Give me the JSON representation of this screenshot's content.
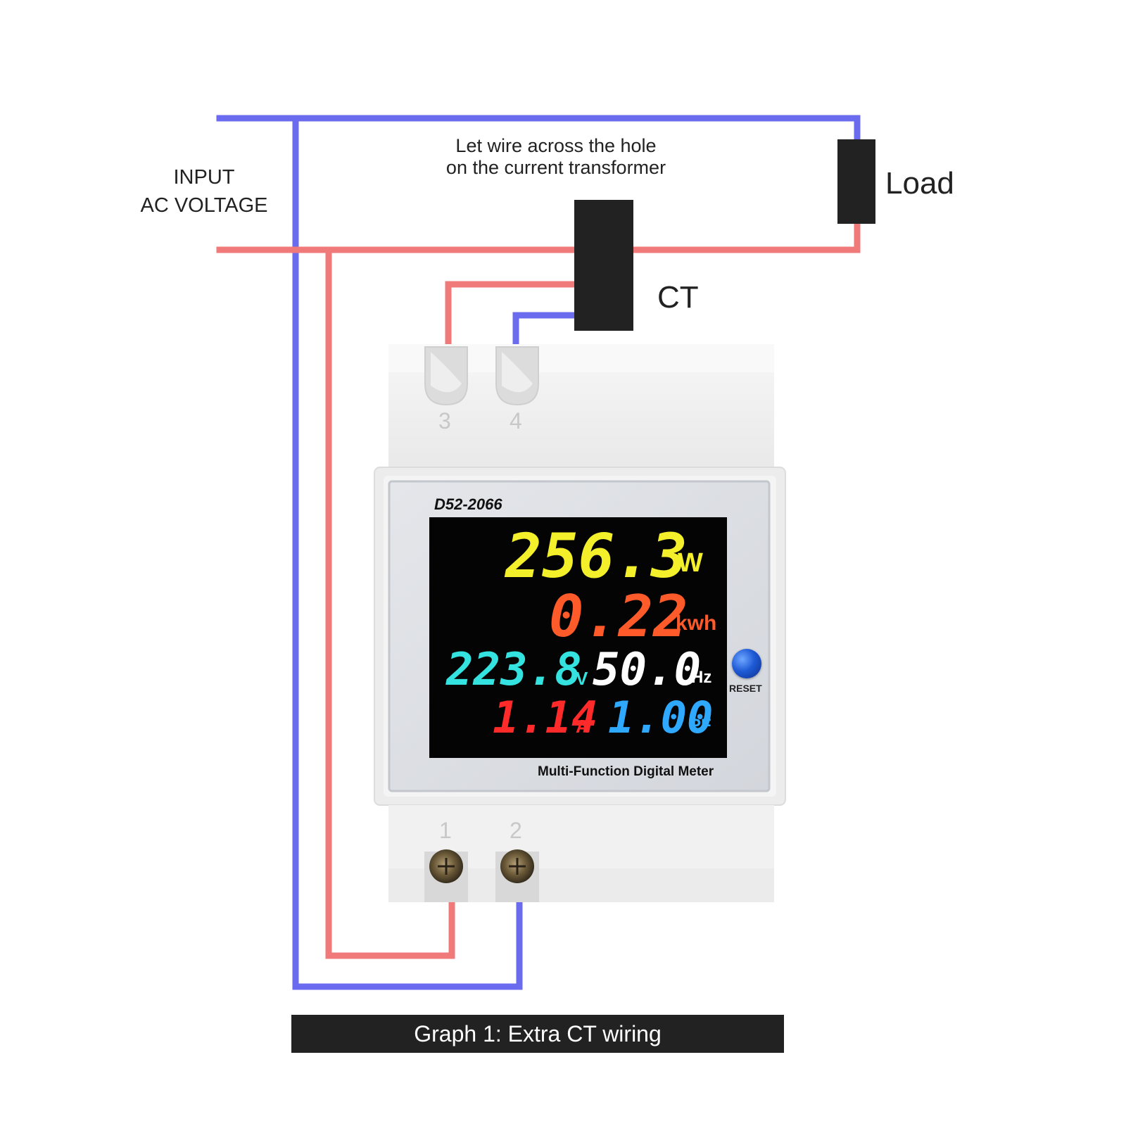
{
  "labels": {
    "input_line1": "INPUT",
    "input_line2": "AC VOLTAGE",
    "hint_line1": "Let wire across the hole",
    "hint_line2": "on the current transformer",
    "load": "Load",
    "ct": "CT"
  },
  "meter": {
    "model": "D52-2066",
    "title": "Multi-Function Digital Meter",
    "reset": "RESET",
    "terminals": {
      "t1": "1",
      "t2": "2",
      "t3": "3",
      "t4": "4"
    }
  },
  "display": {
    "power": {
      "value": "256.3",
      "unit": "W"
    },
    "energy": {
      "value": "0.22",
      "unit": "kwh"
    },
    "voltage": {
      "value": "223.8",
      "unit": "V"
    },
    "frequency": {
      "value": "50.0",
      "unit": "Hz"
    },
    "current": {
      "value": "1.14",
      "unit": "A"
    },
    "power_factor": {
      "value": "1.00",
      "unit": "PF"
    }
  },
  "colors": {
    "neutral_wire": "#6b6bf0",
    "live_wire": "#f07a7a",
    "power": "#f3f02b",
    "energy": "#ff5a2a",
    "voltage": "#34e3e0",
    "frequency": "#ffffff",
    "current": "#ff2a2a",
    "power_factor": "#2fa8ff"
  },
  "caption": "Graph 1: Extra CT wiring"
}
